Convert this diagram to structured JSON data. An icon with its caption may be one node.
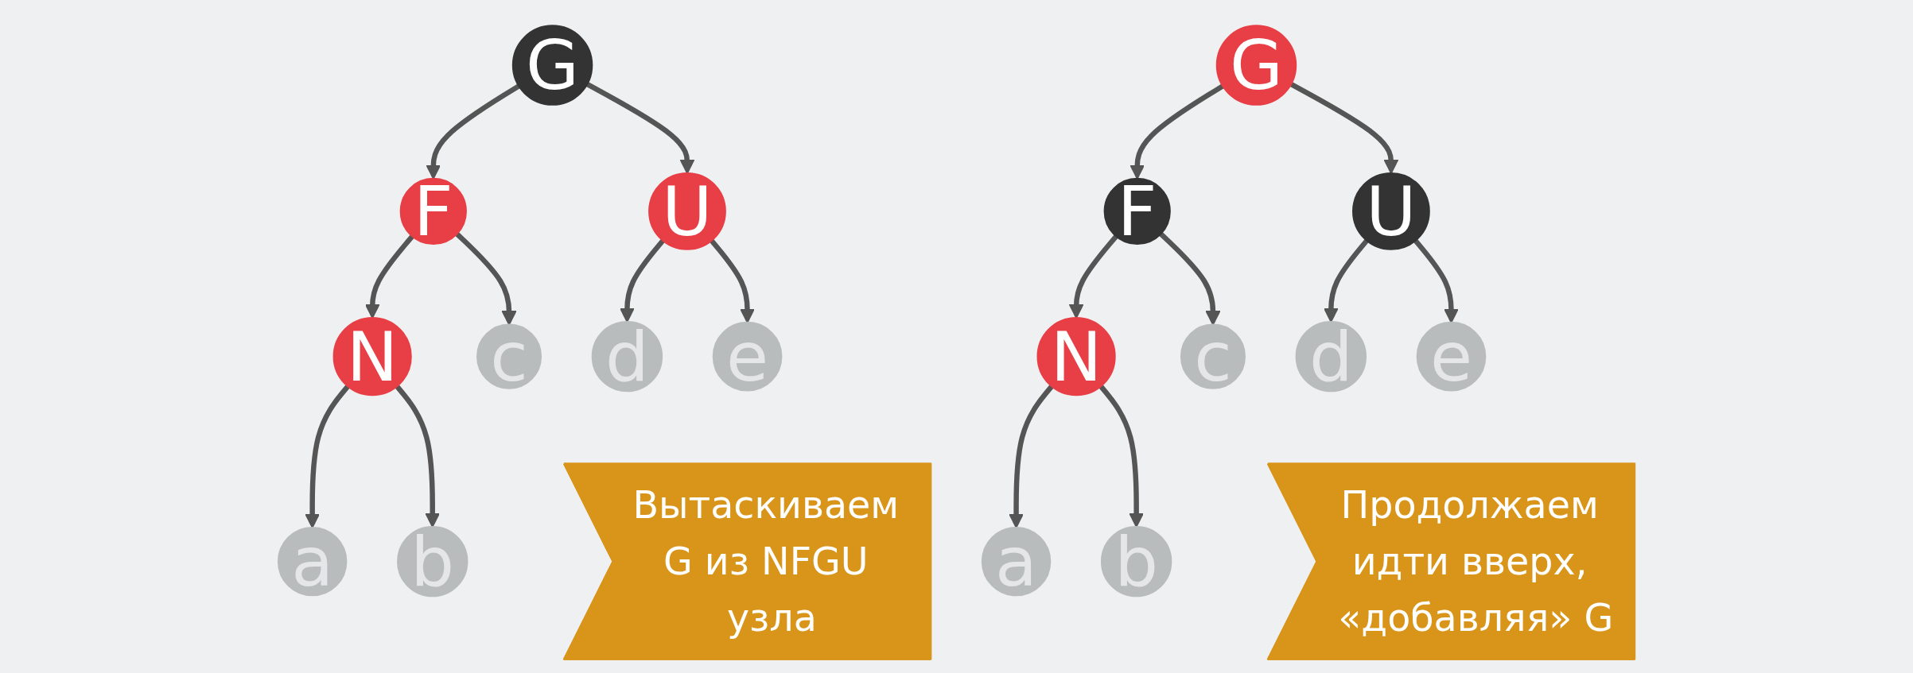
{
  "diagram": {
    "nodes": [
      {
        "text": [
          "G"
        ]
      },
      {
        "text": [
          "F"
        ]
      },
      {
        "text": [
          "U"
        ]
      },
      {
        "text": [
          "N"
        ]
      },
      {
        "text": [
          "c"
        ]
      },
      {
        "text": [
          "d"
        ]
      },
      {
        "text": [
          "e"
        ]
      },
      {
        "text": [
          "a"
        ]
      },
      {
        "text": [
          "b"
        ]
      },
      {
        "text": [
          "Вытаскиваем G из NFGU узла"
        ]
      },
      {
        "text": [
          "G"
        ]
      },
      {
        "text": [
          "F"
        ]
      },
      {
        "text": [
          "U"
        ]
      },
      {
        "text": [
          "N"
        ]
      },
      {
        "text": [
          "c"
        ]
      },
      {
        "text": [
          "d"
        ]
      },
      {
        "text": [
          "e"
        ]
      },
      {
        "text": [
          "a"
        ]
      },
      {
        "text": [
          "b"
        ]
      },
      {
        "text": [
          "Продолжаем идти вверх, «добавляя» G"
        ]
      }
    ],
    "edges": [
      {
        "from": 0,
        "to": 1,
        "arrow": "to"
      },
      {
        "from": 0,
        "to": 2,
        "arrow": "to"
      },
      {
        "from": 1,
        "to": 3,
        "arrow": "to"
      },
      {
        "from": 1,
        "to": 4,
        "arrow": "to"
      },
      {
        "from": 2,
        "to": 5,
        "arrow": "to"
      },
      {
        "from": 2,
        "to": 6,
        "arrow": "to"
      },
      {
        "from": 3,
        "to": 7,
        "arrow": "to"
      },
      {
        "from": 3,
        "to": 8,
        "arrow": "to"
      },
      {
        "from": 10,
        "to": 11,
        "arrow": "to"
      },
      {
        "from": 10,
        "to": 12,
        "arrow": "to"
      },
      {
        "from": 11,
        "to": 13,
        "arrow": "to"
      },
      {
        "from": 11,
        "to": 14,
        "arrow": "to"
      },
      {
        "from": 12,
        "to": 15,
        "arrow": "to"
      },
      {
        "from": 12,
        "to": 16,
        "arrow": "to"
      },
      {
        "from": 13,
        "to": 17,
        "arrow": "to"
      },
      {
        "from": 13,
        "to": 18,
        "arrow": "to"
      }
    ]
  }
}
